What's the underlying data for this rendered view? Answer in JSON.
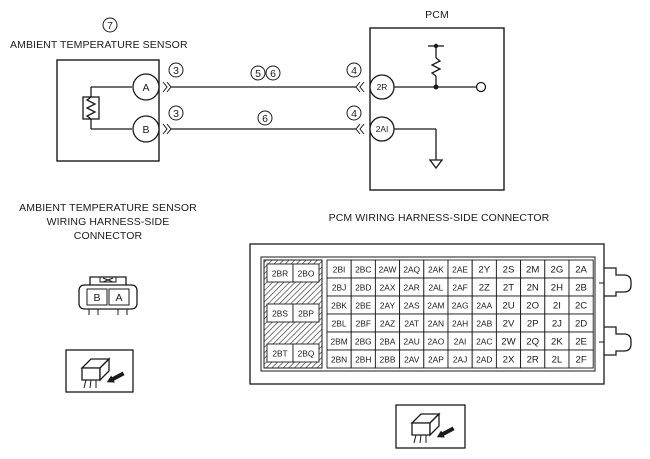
{
  "sensor": {
    "ref_number": "7",
    "title": "AMBIENT TEMPERATURE SENSOR",
    "pin_a": "A",
    "pin_b": "B"
  },
  "pcm": {
    "title": "PCM",
    "pin_2r": "2R",
    "pin_2ai": "2AI"
  },
  "wires": {
    "sensor_connector_ref": "3",
    "pcm_connector_ref": "4",
    "upper_wire_refs": [
      "5",
      "6"
    ],
    "lower_wire_ref": "6"
  },
  "sensor_connector": {
    "title_lines": [
      "AMBIENT TEMPERATURE SENSOR",
      "WIRING HARNESS-SIDE",
      "CONNECTOR"
    ],
    "pins": [
      "B",
      "A"
    ]
  },
  "pcm_connector": {
    "title": "PCM WIRING HARNESS-SIDE CONNECTOR",
    "left_block": [
      "2BR",
      "2BO",
      "2BS",
      "2BP",
      "2BT",
      "2BQ"
    ],
    "rows": [
      [
        "2BI",
        "2BC",
        "2AW",
        "2AQ",
        "2AK",
        "2AE",
        "2Y",
        "2S",
        "2M",
        "2G",
        "2A"
      ],
      [
        "2BJ",
        "2BD",
        "2AX",
        "2AR",
        "2AL",
        "2AF",
        "2Z",
        "2T",
        "2N",
        "2H",
        "2B"
      ],
      [
        "2BK",
        "2BE",
        "2AY",
        "2AS",
        "2AM",
        "2AG",
        "2AA",
        "2U",
        "2O",
        "2I",
        "2C"
      ],
      [
        "2BL",
        "2BF",
        "2AZ",
        "2AT",
        "2AN",
        "2AH",
        "2AB",
        "2V",
        "2P",
        "2J",
        "2D"
      ],
      [
        "2BM",
        "2BG",
        "2BA",
        "2AU",
        "2AO",
        "2AI",
        "2AC",
        "2W",
        "2Q",
        "2K",
        "2E"
      ],
      [
        "2BN",
        "2BH",
        "2BB",
        "2AV",
        "2AP",
        "2AJ",
        "2AD",
        "2X",
        "2R",
        "2L",
        "2F"
      ]
    ]
  }
}
